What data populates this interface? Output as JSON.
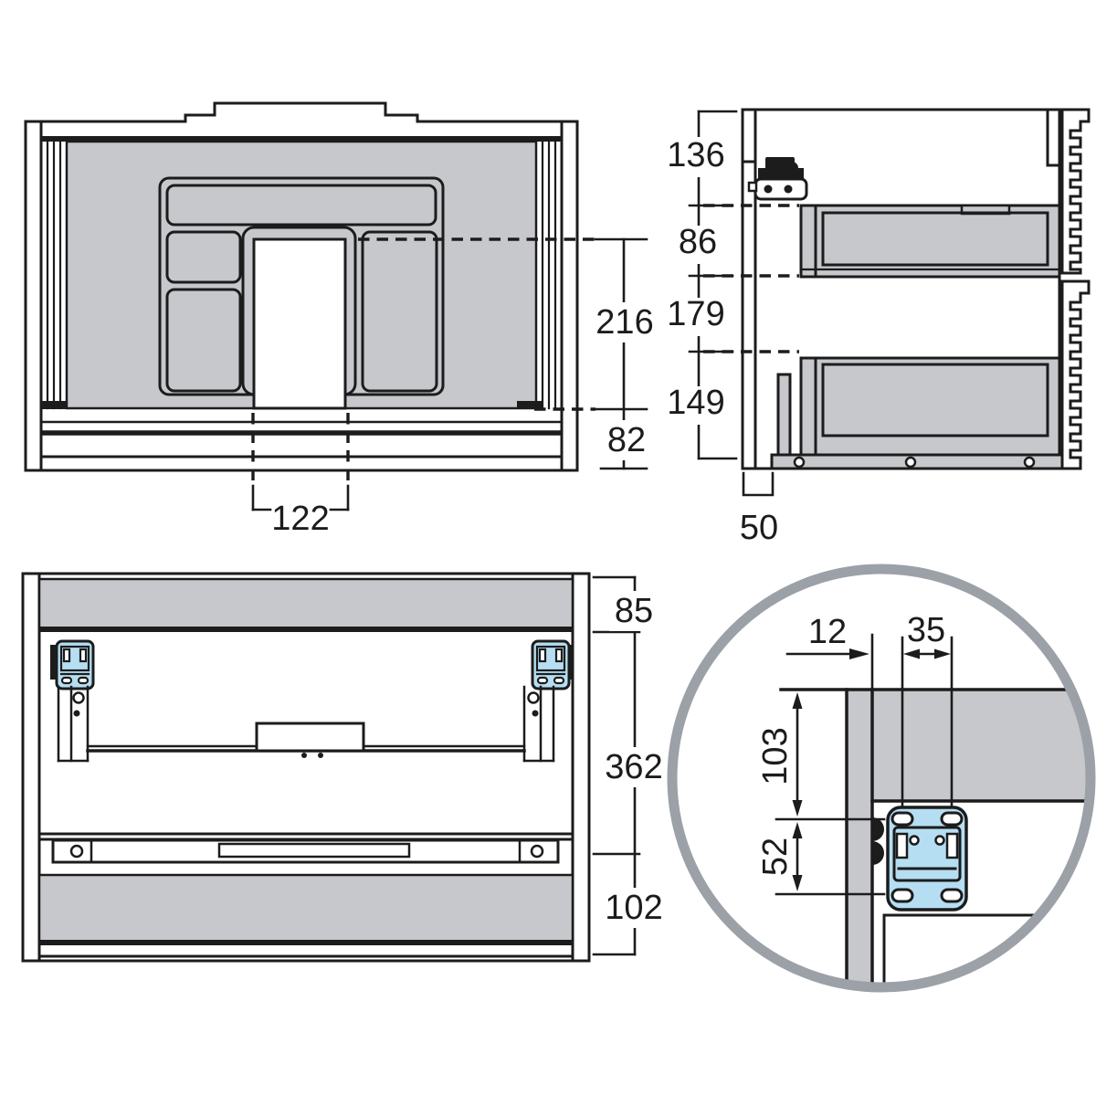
{
  "front_view": {
    "cutout_height": "216",
    "base_height": "82",
    "cutout_width": "122"
  },
  "side_view": {
    "top_section": "136",
    "upper_drawer": "86",
    "middle_section": "179",
    "lower_drawer": "149",
    "base_depth": "50"
  },
  "rear_view": {
    "top_section": "85",
    "middle_section": "362",
    "bottom_section": "102"
  },
  "detail_view": {
    "edge_offset": "12",
    "hole_pitch_horizontal": "35",
    "top_clearance": "103",
    "hole_pitch_vertical": "52"
  },
  "colors": {
    "line": "#1c1c1c",
    "panel_gray": "#c6c8cc",
    "bracket_blue": "#b5def2",
    "detail_ring_gray": "#9ba1a7"
  }
}
